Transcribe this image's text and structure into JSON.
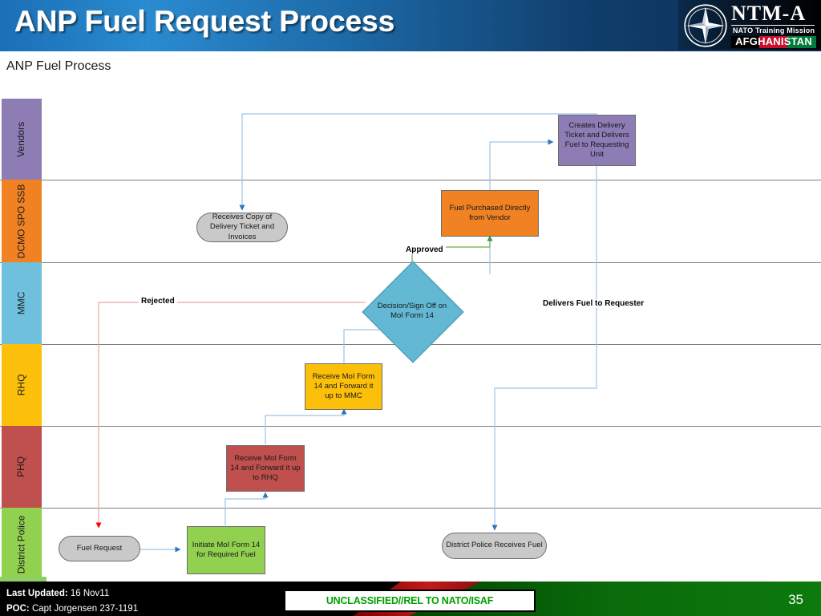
{
  "header": {
    "title": "ANP Fuel Request Process",
    "logo": {
      "name": "NTM-A",
      "sub1": "NATO Training Mission",
      "sub2": "AFGHANISTAN",
      "star_icon": "nato-compass-star-icon"
    }
  },
  "subtitle": "ANP Fuel Process",
  "lanes": [
    {
      "label": "Vendors",
      "color": "#8e7cb5"
    },
    {
      "label": "DCMO SPO SSB",
      "color": "#f08223"
    },
    {
      "label": "MMC",
      "color": "#6fc0dc"
    },
    {
      "label": "RHQ",
      "color": "#fcc00a"
    },
    {
      "label": "PHQ",
      "color": "#c0504d"
    },
    {
      "label": "District Police",
      "color": "#92d050"
    }
  ],
  "nodes": [
    {
      "id": "creates-delivery-ticket",
      "label": "Creates Delivery Ticket and Delivers Fuel to Requesting Unit",
      "shape": "rect",
      "color": "#8e7cb5",
      "lane": "Vendors"
    },
    {
      "id": "receives-copy-delivery-ticket",
      "label": "Receives Copy of Delivery Ticket and Invoices",
      "shape": "oval",
      "color": "#c9c9c9",
      "lane": "DCMO SPO SSB"
    },
    {
      "id": "fuel-purchased-directly",
      "label": "Fuel Purchased Directly from Vendor",
      "shape": "rect",
      "color": "#f08223",
      "lane": "DCMO SPO SSB"
    },
    {
      "id": "decision-sign-off",
      "label": "Decision/Sign Off on MoI Form 14",
      "shape": "diamond",
      "color": "#63b8d4",
      "lane": "MMC"
    },
    {
      "id": "receive-moi-form-14-mmc",
      "label": "Receive MoI Form 14 and Forward it up to MMC",
      "shape": "rect",
      "color": "#fcc00a",
      "lane": "RHQ"
    },
    {
      "id": "receive-moi-form-14-rhq",
      "label": "Receive MoI Form 14 and Forward it up to RHQ",
      "shape": "rect",
      "color": "#c0504d",
      "lane": "PHQ"
    },
    {
      "id": "fuel-request",
      "label": "Fuel Request",
      "shape": "oval",
      "color": "#c9c9c9",
      "lane": "District Police"
    },
    {
      "id": "initiate-moi-form-14",
      "label": "Initiate MoI Form 14 for Required Fuel",
      "shape": "rect",
      "color": "#92d050",
      "lane": "District Police"
    },
    {
      "id": "district-police-receives-fuel",
      "label": "District Police Receives Fuel",
      "shape": "oval",
      "color": "#c9c9c9",
      "lane": "District Police"
    }
  ],
  "connector_labels": [
    {
      "id": "approved",
      "label": "Approved"
    },
    {
      "id": "rejected",
      "label": "Rejected"
    },
    {
      "id": "delivers-fuel",
      "label": "Delivers Fuel to Requester"
    }
  ],
  "connector_colors": {
    "default": "#9dc3e6",
    "arrow": "#2e75b6",
    "approved": "#70ad47",
    "rejected": "#ff0000",
    "rejected_line": "#e8a8a8"
  },
  "footer": {
    "last_updated_label": "Last Updated:",
    "last_updated_value": "16 Nov11",
    "poc_label": "POC:",
    "poc_value": "Capt Jorgensen 237-1191",
    "classification": "UNCLASSIFIED//REL TO NATO/ISAF",
    "page_number": "35"
  }
}
